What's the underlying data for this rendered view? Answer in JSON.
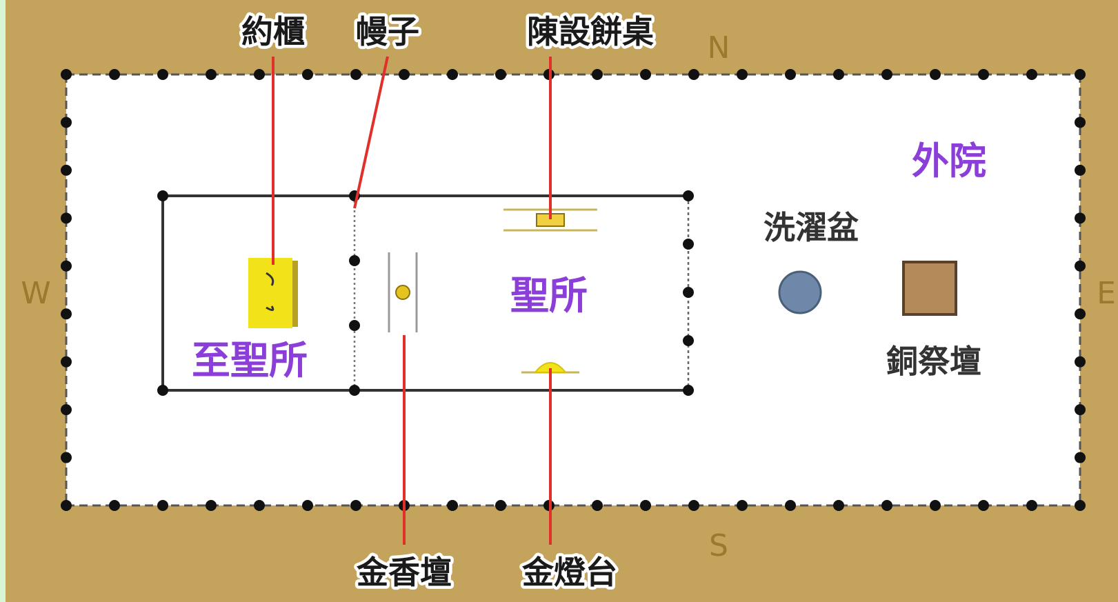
{
  "labels": {
    "ark": "約櫃",
    "veil": "幔子",
    "showbread_table": "陳設餅桌",
    "incense_altar": "金香壇",
    "lampstand": "金燈台",
    "outer_court": "外院",
    "holy_place": "聖所",
    "holy_of_holies": "至聖所",
    "laver": "洗濯盆",
    "bronze_altar": "銅祭壇"
  },
  "directions": {
    "north": "N",
    "south": "S",
    "west": "W",
    "east": "E"
  },
  "colors": {
    "background": "#c4a35c",
    "court_fill": "#ffffff",
    "leader_line": "#e0302a",
    "room_label": "#8b3fd8",
    "furniture_gold": "#f2e21a",
    "laver": "#6f87a8",
    "bronze_altar": "#b48a5a"
  }
}
